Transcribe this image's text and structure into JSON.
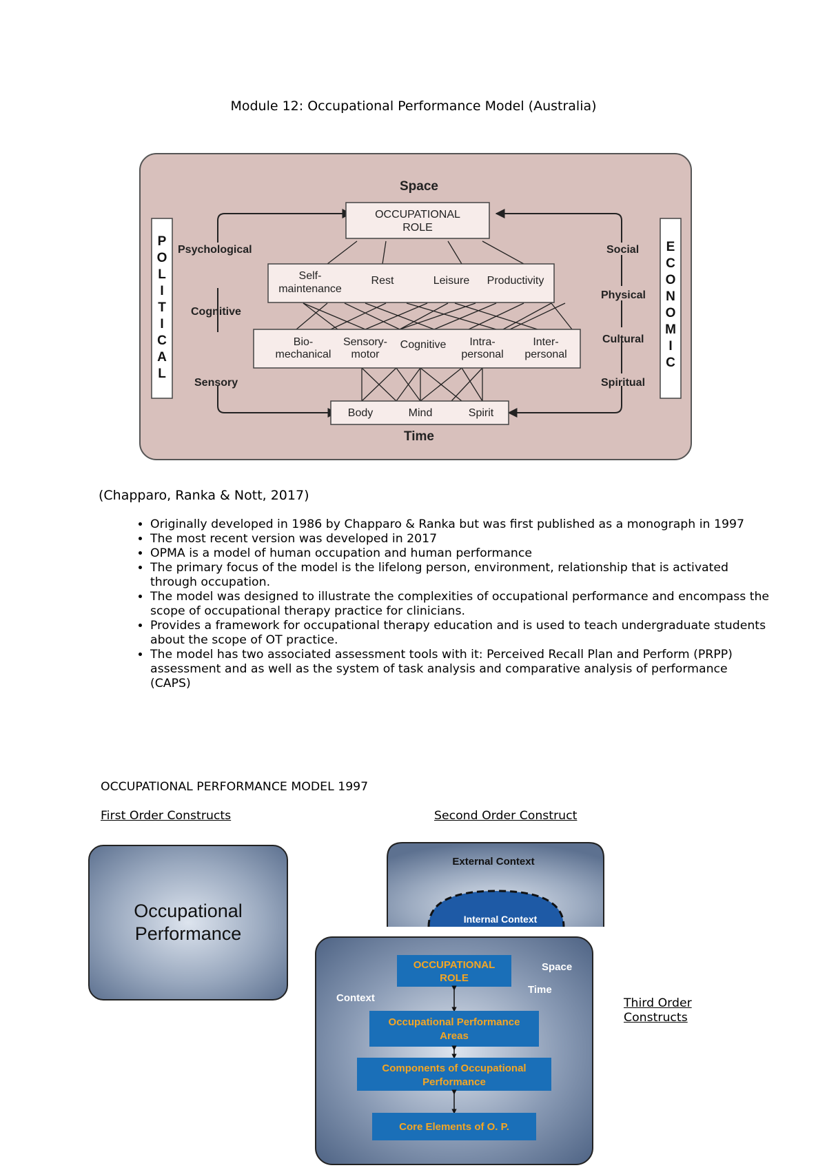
{
  "header": {
    "title": "Module 12: Occupational Performance Model (Australia)"
  },
  "figure1": {
    "space": "Space",
    "time": "Time",
    "political": [
      "P",
      "O",
      "L",
      "I",
      "T",
      "I",
      "C",
      "A",
      "L"
    ],
    "economic": [
      "E",
      "C",
      "O",
      "N",
      "O",
      "M",
      "I",
      "C"
    ],
    "left_labels": {
      "psychological": "Psychological",
      "cognitive": "Cognitive",
      "sensory": "Sensory"
    },
    "right_labels": {
      "social": "Social",
      "physical": "Physical",
      "cultural": "Cultural",
      "spiritual": "Spiritual"
    },
    "role": [
      "OCCUPATIONAL",
      "ROLE"
    ],
    "areas": {
      "self1": "Self-",
      "self2": "maintenance",
      "rest": "Rest",
      "leisure": "Leisure",
      "productivity": "Productivity"
    },
    "components": {
      "bio1": "Bio-",
      "bio2": "mechanical",
      "sens1": "Sensory-",
      "sens2": "motor",
      "cog": "Cognitive",
      "intra1": "Intra-",
      "intra2": "personal",
      "inter1": "Inter-",
      "inter2": "personal"
    },
    "core": {
      "body": "Body",
      "mind": "Mind",
      "spirit": "Spirit"
    }
  },
  "citation": "(Chapparo, Ranka & Nott, 2017)",
  "bullets": [
    "Originally developed in 1986 by Chapparo & Ranka but was first published as a monograph in 1997",
    "The most recent version was developed in 2017",
    "OPMA is a model of human occupation and human performance",
    "The primary focus of the model is the lifelong person, environment, relationship that is activated through occupation.",
    "The model was designed to illustrate the complexities of occupational performance and encompass the scope of occupational therapy practice for clinicians.",
    "Provides a framework for occupational therapy education and is used to teach undergraduate students about the scope of OT practice.",
    "The model has two associated assessment tools with it: Perceived Recall Plan and Perform (PRPP) assessment and as well as the system of task analysis and comparative analysis of performance (CAPS)"
  ],
  "section2": {
    "title": "OCCUPATIONAL PERFORMANCE MODEL 1997",
    "first_order": "First Order Constructs",
    "second_order": "Second Order Construct",
    "third_order_1": "Third Order",
    "third_order_2": "Constructs",
    "op_box_1": "Occupational",
    "op_box_2": "Performance",
    "external_context": "External Context",
    "internal_context": "Internal Context",
    "role_1": "OCCUPATIONAL",
    "role_2": "ROLE",
    "space": "Space",
    "time": "Time",
    "context": "Context",
    "areas_1": "Occupational Performance",
    "areas_2": "Areas",
    "components_1": "Components of Occupational",
    "components_2": "Performance",
    "core": "Core Elements of O. P."
  }
}
